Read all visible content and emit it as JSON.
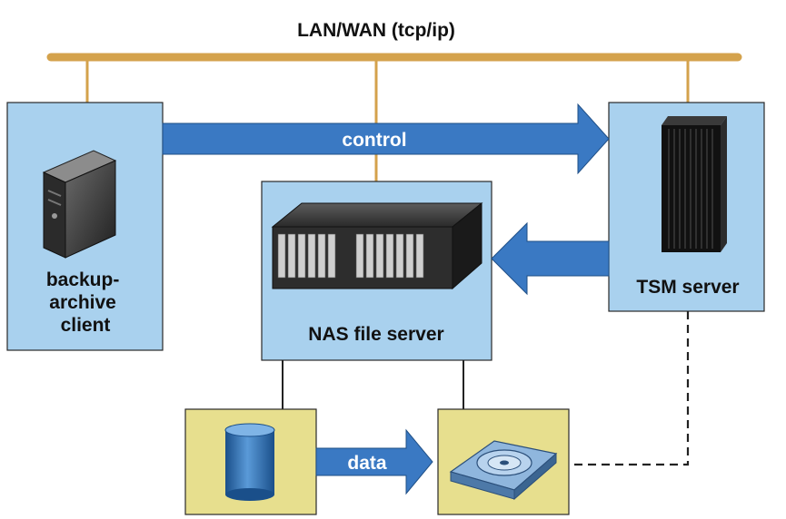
{
  "network": {
    "label": "LAN/WAN (tcp/ip)"
  },
  "arrows": {
    "control_label": "control",
    "data_label": "data"
  },
  "nodes": {
    "client": {
      "line1": "backup-",
      "line2": "archive",
      "line3": "client"
    },
    "nas": {
      "label": "NAS file server"
    },
    "tsm": {
      "label": "TSM server"
    }
  },
  "colors": {
    "bus": "#d4a24c",
    "box_blue": "#a9d1ee",
    "box_yellow": "#e7df8e",
    "arrow_blue": "#3a79c3",
    "line": "#222222"
  }
}
